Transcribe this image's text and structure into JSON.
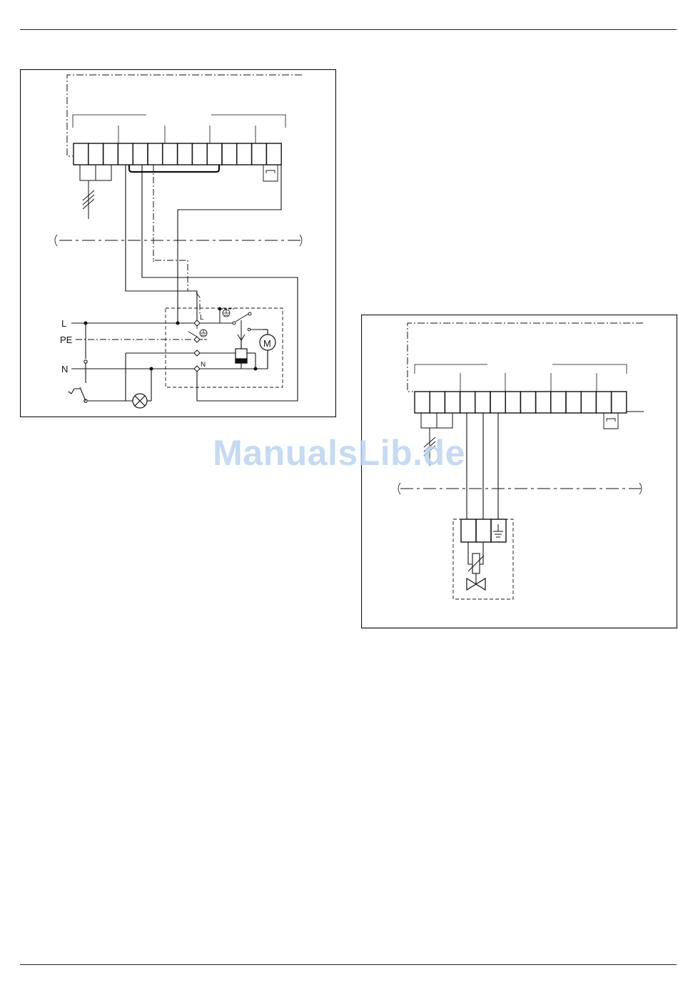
{
  "page": {
    "watermark": "ManualsLib.de"
  },
  "diagram_main": {
    "line_labels": {
      "L": "L",
      "PE": "PE",
      "N": "N"
    },
    "module_labels": {
      "L": "L",
      "N": "N"
    },
    "motor_label": "M"
  },
  "diagram_valve": {}
}
